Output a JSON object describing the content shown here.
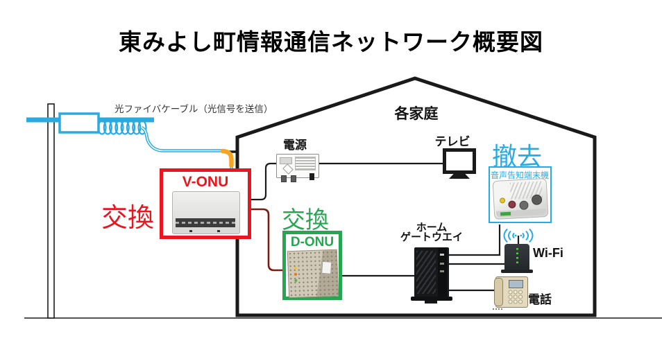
{
  "title": "東みよし町情報通信ネットワーク概要図",
  "fiber": {
    "label": "光ファイバケーブル（光信号を送信）"
  },
  "house": {
    "label": "各家庭"
  },
  "annotations": {
    "vonu_action": "交換",
    "donu_action": "交換",
    "voice_action": "撤去"
  },
  "devices": {
    "vonu": {
      "label": "V-ONU"
    },
    "donu": {
      "label": "D-ONU"
    },
    "power": {
      "label": "電源"
    },
    "tv": {
      "label": "テレビ"
    },
    "voice_terminal": {
      "label": "音声告知端末機"
    },
    "gateway": {
      "label_line1": "ホーム",
      "label_line2": "ゲートウエイ"
    },
    "wifi": {
      "label": "Wi-Fi"
    },
    "phone": {
      "label": "電話"
    }
  },
  "colors": {
    "fiber_cyan": "#29abe2",
    "replace_red": "#e8171f",
    "replace_green": "#27a651",
    "wire_black": "#1a1a1a",
    "wire_brown": "#7a1c10",
    "drop_yellow": "#f5a623"
  }
}
